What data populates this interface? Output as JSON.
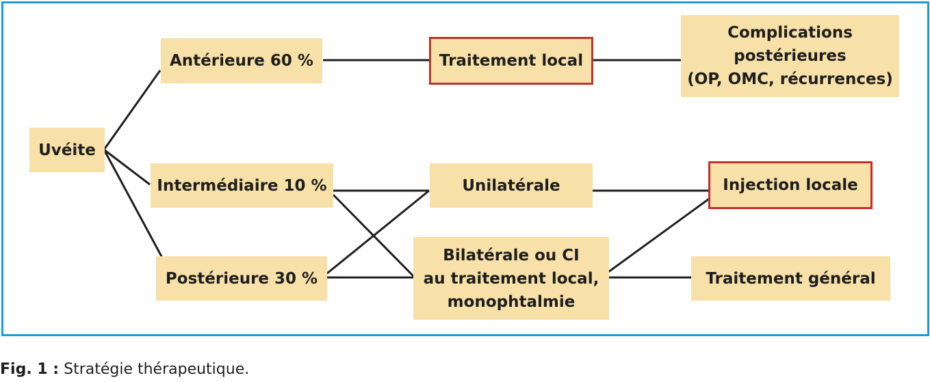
{
  "colors": {
    "frame": "#1b9ad6",
    "node_fill": "#f7e1a8",
    "highlight_border": "#c0302a",
    "line": "#1e1e1e"
  },
  "nodes": {
    "uveite": "Uvéite",
    "anterieure": "Antérieure 60 %",
    "intermediaire": "Intermédiaire 10 %",
    "posterieure": "Postérieure 30 %",
    "traitement_local": "Traitement local",
    "complications": [
      "Complications",
      "postérieures",
      "(OP, OMC, récurrences)"
    ],
    "unilaterale": "Unilatérale",
    "bilaterale": [
      "Bilatérale ou CI",
      "au traitement local,",
      "monophtalmie"
    ],
    "injection_locale": "Injection locale",
    "traitement_general": "Traitement général"
  },
  "edges": [
    [
      "uveite",
      "anterieure"
    ],
    [
      "uveite",
      "intermediaire"
    ],
    [
      "uveite",
      "posterieure"
    ],
    [
      "anterieure",
      "traitement_local"
    ],
    [
      "traitement_local",
      "complications"
    ],
    [
      "intermediaire",
      "unilaterale"
    ],
    [
      "intermediaire",
      "bilaterale"
    ],
    [
      "posterieure",
      "unilaterale"
    ],
    [
      "posterieure",
      "bilaterale"
    ],
    [
      "unilaterale",
      "injection_locale"
    ],
    [
      "bilaterale",
      "injection_locale"
    ],
    [
      "bilaterale",
      "traitement_general"
    ]
  ],
  "caption": {
    "label": "Fig. 1 :",
    "text": " Stratégie thérapeutique."
  }
}
